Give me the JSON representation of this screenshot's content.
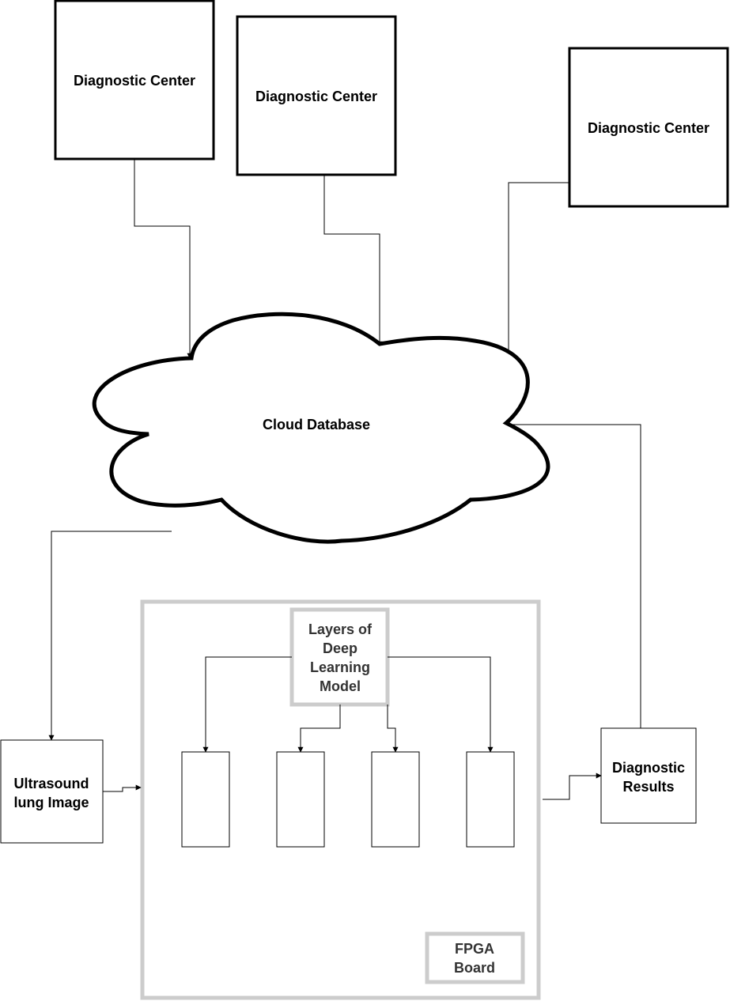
{
  "diagnostic_centers": [
    {
      "label": "Diagnostic Center"
    },
    {
      "label": "Diagnostic Center"
    },
    {
      "label": "Diagnostic Center"
    }
  ],
  "cloud": {
    "label": "Cloud Database"
  },
  "ultrasound": {
    "line1": "Ultrasound",
    "line2": "lung Image"
  },
  "fpga": {
    "line1": "FPGA",
    "line2": "Board"
  },
  "layers": {
    "line1": "Layers of",
    "line2": "Deep",
    "line3": "Learning",
    "line4": "Model"
  },
  "results": {
    "line1": "Diagnostic",
    "line2": "Results"
  },
  "colors": {
    "box_border": "#000000",
    "fpga_border": "#cccccc",
    "text": "#000000"
  }
}
